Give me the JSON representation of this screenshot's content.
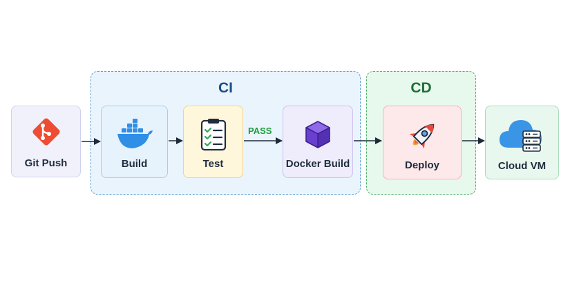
{
  "groups": {
    "ci": {
      "title": "CI"
    },
    "cd": {
      "title": "CD"
    }
  },
  "nodes": {
    "git_push": {
      "label": "Git Push",
      "icon": "git-icon"
    },
    "build": {
      "label": "Build",
      "icon": "docker-whale-icon"
    },
    "test": {
      "label": "Test",
      "icon": "checklist-clipboard-icon"
    },
    "docker_build": {
      "label": "Docker Build",
      "icon": "cube-icon"
    },
    "deploy": {
      "label": "Deploy",
      "icon": "rocket-icon"
    },
    "cloud_vm": {
      "label": "Cloud VM",
      "icon": "cloud-server-icon"
    }
  },
  "edges": {
    "test_to_docker_build": {
      "label": "PASS"
    }
  },
  "colors": {
    "ci_border": "#5a9fd6",
    "cd_border": "#4cb36a",
    "arrow": "#1c2a3a",
    "pass_text": "#1f9e3d"
  }
}
